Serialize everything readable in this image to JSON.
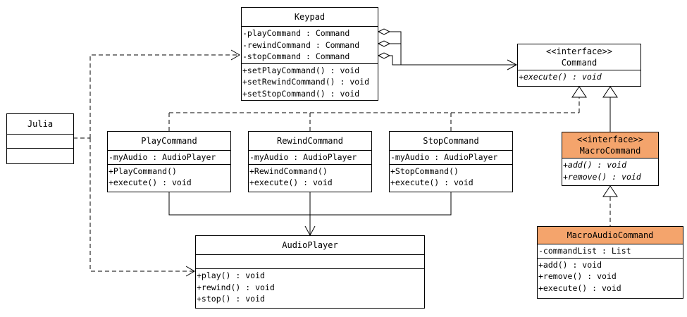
{
  "classes": {
    "keypad": {
      "name": "Keypad",
      "attributes": [
        "-playCommand : Command",
        "-rewindCommand : Command",
        "-stopCommand : Command"
      ],
      "methods": [
        "+setPlayCommand() : void",
        "+setRewindCommand() : void",
        "+setStopCommand() : void"
      ]
    },
    "command": {
      "stereotype": "<<interface>>",
      "name": "Command",
      "methods": [
        "+execute() : void"
      ]
    },
    "julia": {
      "name": "Julia"
    },
    "play_command": {
      "name": "PlayCommand",
      "attributes": [
        "-myAudio : AudioPlayer"
      ],
      "methods": [
        "+PlayCommand()",
        "+execute() : void"
      ]
    },
    "rewind_command": {
      "name": "RewindCommand",
      "attributes": [
        "-myAudio : AudioPlayer"
      ],
      "methods": [
        "+RewindCommand()",
        "+execute() : void"
      ]
    },
    "stop_command": {
      "name": "StopCommand",
      "attributes": [
        "-myAudio : AudioPlayer"
      ],
      "methods": [
        "+StopCommand()",
        "+execute() : void"
      ]
    },
    "macro_command": {
      "stereotype": "<<interface>>",
      "name": "MacroCommand",
      "methods": [
        "+add() : void",
        "+remove() : void"
      ]
    },
    "macro_audio_command": {
      "name": "MacroAudioCommand",
      "attributes": [
        "-commandList : List"
      ],
      "methods": [
        "+add() : void",
        "+remove() : void",
        "+execute() : void"
      ]
    },
    "audio_player": {
      "name": "AudioPlayer",
      "methods": [
        "+play() : void",
        "+rewind() : void",
        "+stop() : void"
      ]
    }
  },
  "colors": {
    "highlight": "#f4a46c",
    "line": "#000000"
  }
}
